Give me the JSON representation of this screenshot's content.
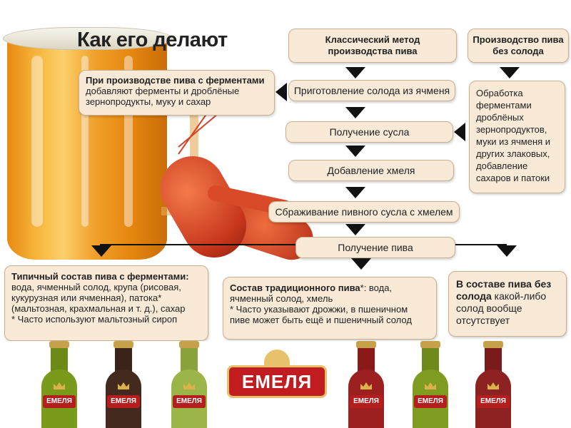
{
  "title": "Как его делают",
  "methods": {
    "classic": "Классический метод производства пива",
    "no_malt": "Производство пива без солода"
  },
  "flow_steps": [
    "Приготовление солода из ячменя",
    "Получение сусла",
    "Добавление хмеля",
    "Сбраживание пивного сусла с хмелем",
    "Получение пива"
  ],
  "enzyme_note": {
    "bold": "При производстве пива с ферментами",
    "text": " добавляют ферменты и дроблёные зернопродукты, муку и сахар"
  },
  "side_process": "Обработка ферментами дроблёных зернопродуктов, муки из ячменя и других злаковых, добавление сахаров и патоки",
  "compositions": [
    {
      "bold": "Типичный состав пива с ферментами:",
      "text": " вода, ячменный солод, крупа (рисовая, кукурузная или ячменная), патока* (мальтозная, крахмальная и т. д.), сахар",
      "note": "* Часто используют мальтозный сироп"
    },
    {
      "bold": "Состав традиционного пива",
      "text": "*: вода, ячменный солод, хмель",
      "note": "* Часто указывают дрожжи, в пшеничном пиве может быть ещё и пшеничный солод"
    },
    {
      "bold": "В составе пива без солода",
      "text": " какой-либо солод вообще отсутствует",
      "note": ""
    }
  ],
  "brand": "ЕМЕЛЯ",
  "colors": {
    "box_fill": "#f8ead7",
    "box_border": "#c9b08d",
    "arrow": "#111111",
    "brand_red": "#c11d20",
    "beer_amber": "#f0a02a"
  }
}
